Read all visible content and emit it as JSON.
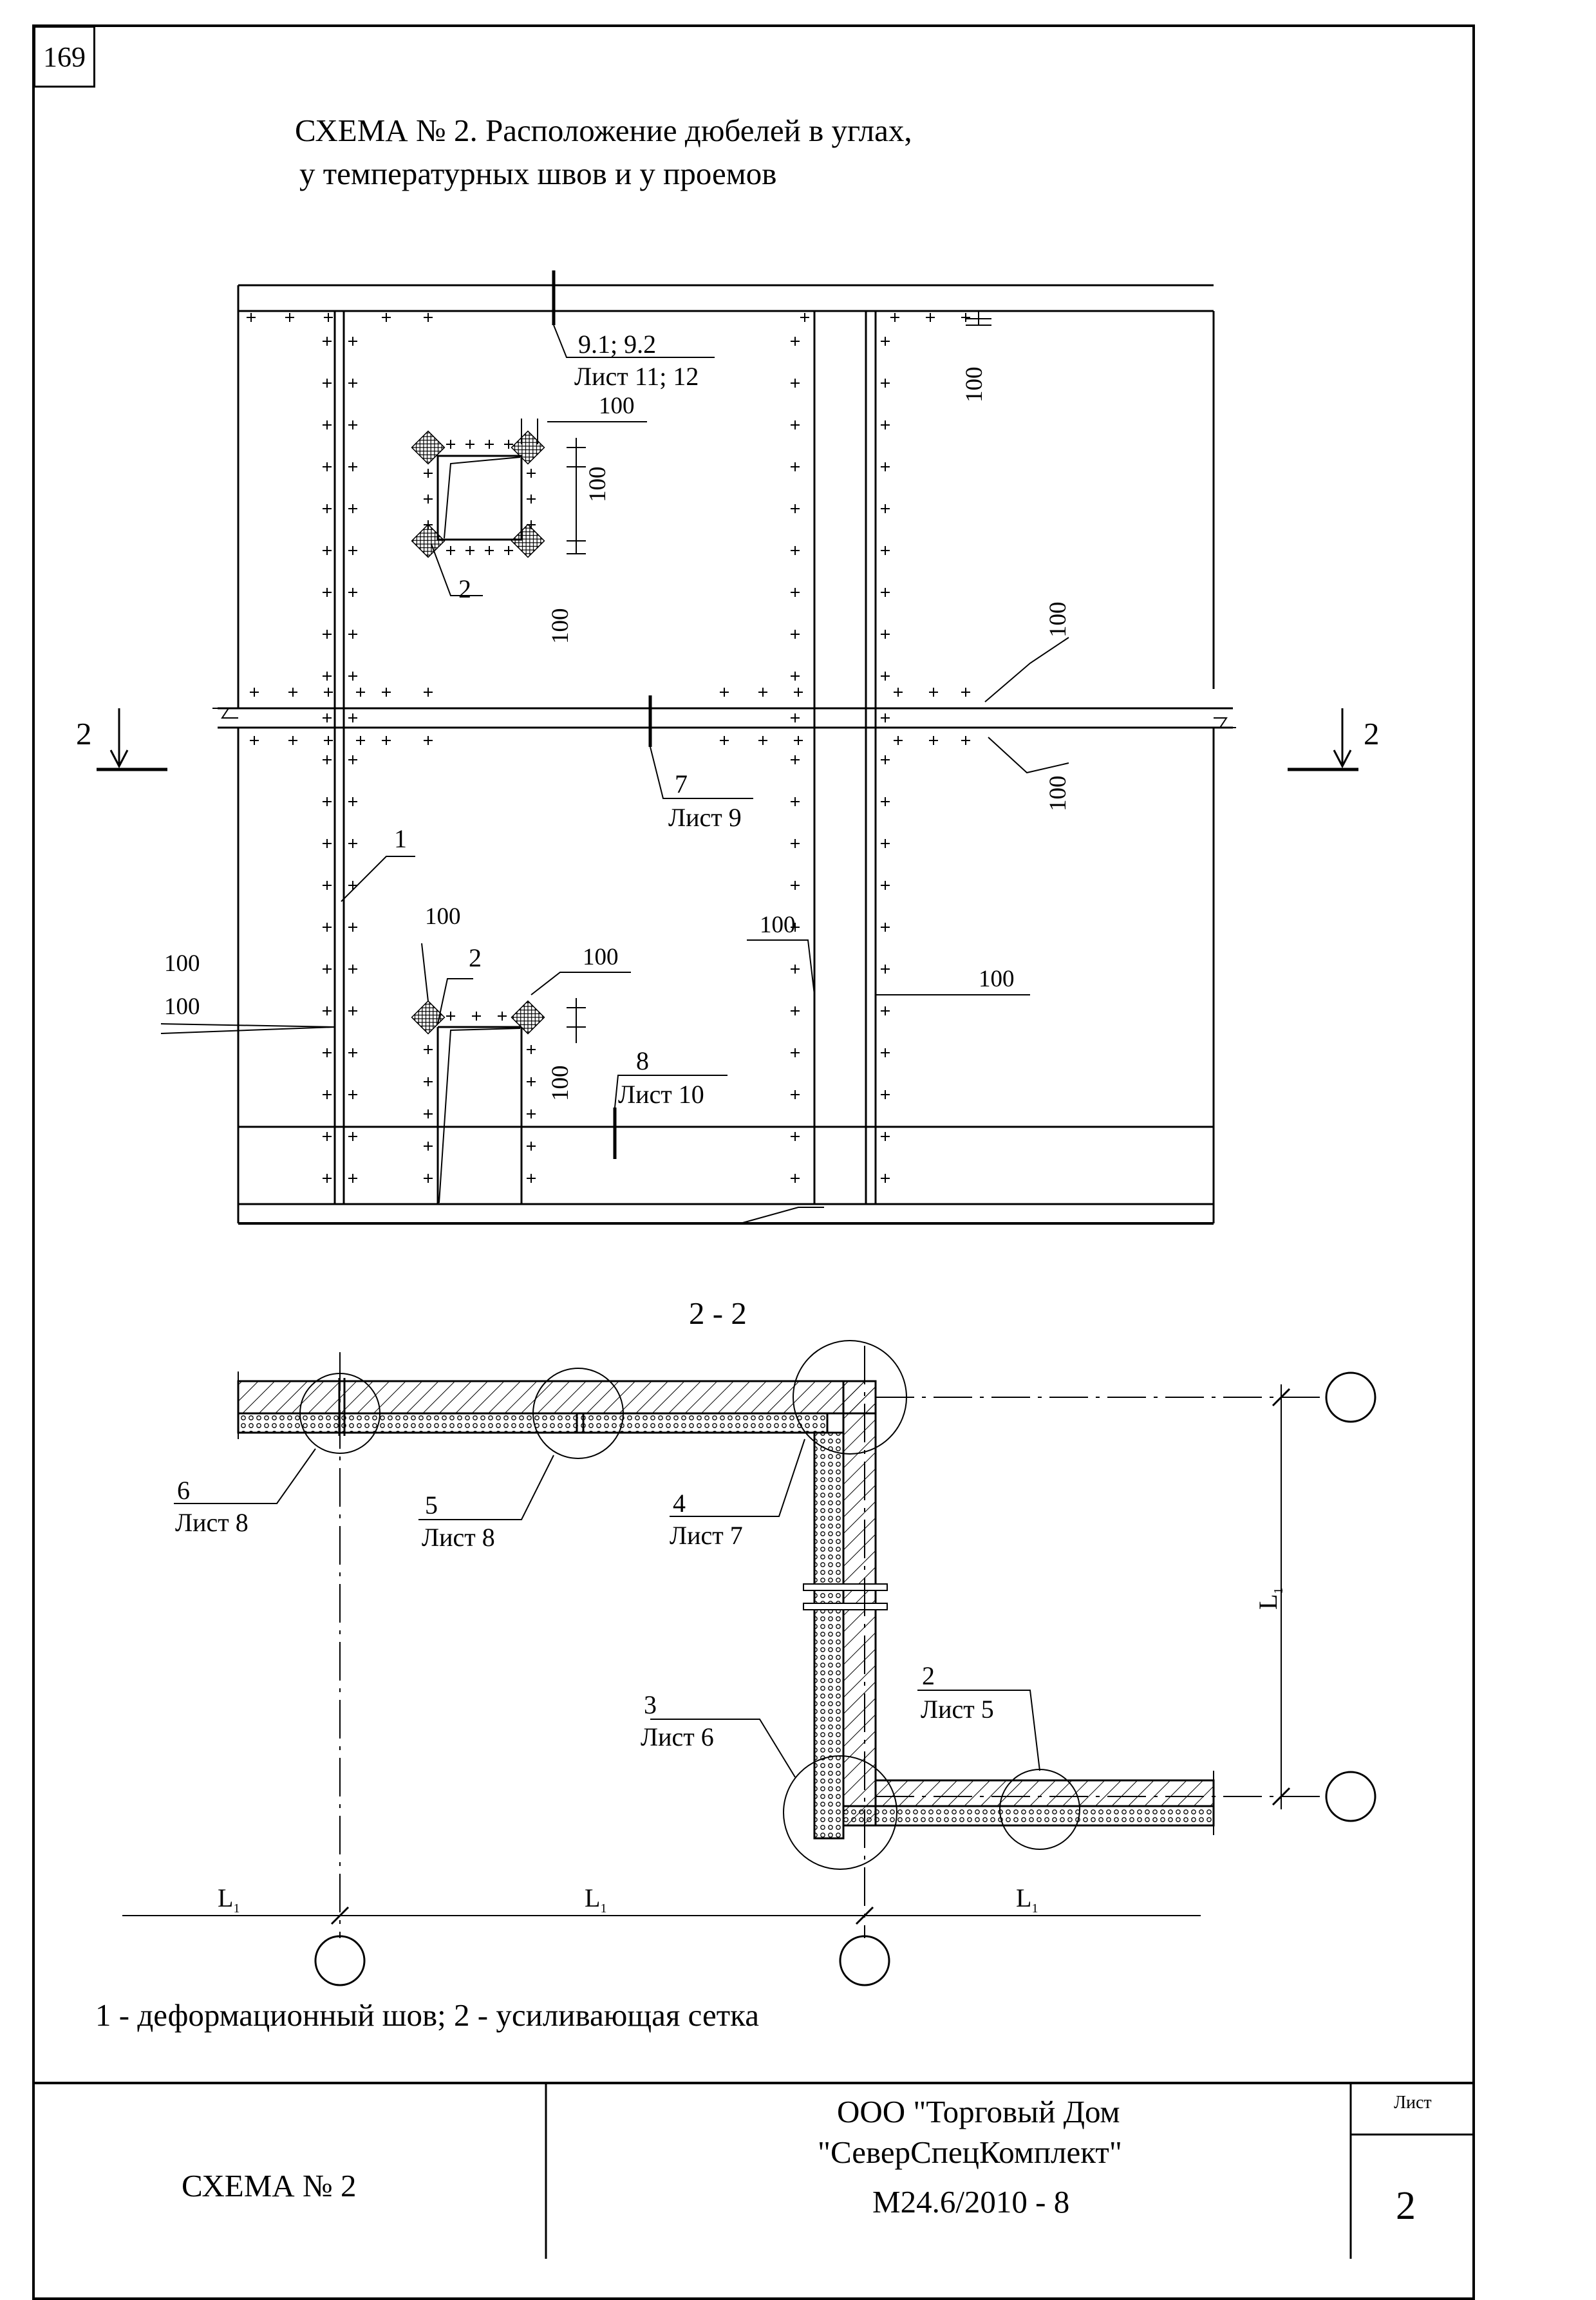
{
  "page_number": "169",
  "title_line1": "СХЕМА № 2. Расположение дюбелей в углах,",
  "title_line2": "у температурных швов и у проемов",
  "section_label": "2 - 2",
  "section_marker": "2",
  "callouts": {
    "c91": "9.1; 9.2",
    "c91_sheet": "Лист 11; 12",
    "c7": "7",
    "c7_sheet": "Лист 9",
    "c8": "8",
    "c8_sheet": "Лист 10",
    "c1": "1",
    "c2a": "2",
    "c2b": "2",
    "c6": "6",
    "c6_sheet": "Лист 8",
    "c5": "5",
    "c5_sheet": "Лист 8",
    "c4": "4",
    "c4_sheet": "Лист 7",
    "c3": "3",
    "c3_sheet": "Лист 6",
    "c2s": "2",
    "c2s_sheet": "Лист 5"
  },
  "dimension_value": "100",
  "span_label": "L",
  "span_sub": "1",
  "legend": "1 - деформационный шов; 2 - усиливающая сетка",
  "title_block": {
    "name": "СХЕМА № 2",
    "org_line1": "ООО \"Торговый Дом",
    "org_line2": "\"СеверСпецКомплект\"",
    "code": "М24.6/2010 - 8",
    "sheet_label": "Лист",
    "sheet_number": "2"
  }
}
